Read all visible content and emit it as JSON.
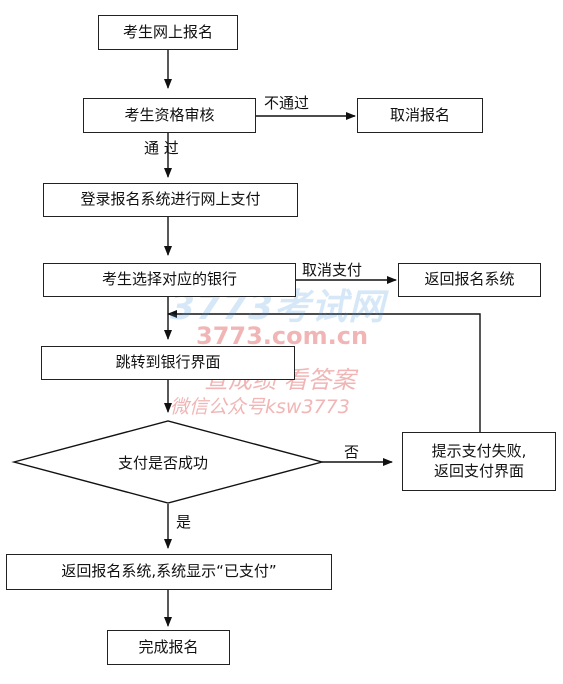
{
  "nodes": {
    "online_apply": "考生网上报名",
    "qualification_review": "考生资格审核",
    "cancel_apply": "取消报名",
    "login_pay": "登录报名系统进行网上支付",
    "choose_bank": "考生选择对应的银行",
    "return_system": "返回报名系统",
    "jump_bank": "跳转到银行界面",
    "pay_success": "支付是否成功",
    "pay_fail_line1": "提示支付失败,",
    "pay_fail_line2": "返回支付界面",
    "return_paid": "返回报名系统,系统显示“已支付”",
    "complete": "完成报名"
  },
  "edge_labels": {
    "not_pass": "不通过",
    "pass": "通 过",
    "cancel_pay": "取消支付",
    "no": "否",
    "yes": "是"
  },
  "watermark": {
    "logo": "3773考试网",
    "url": "3773.com.cn",
    "line1": "查成绩 看答案",
    "line2": "微信公众号ksw3773"
  }
}
